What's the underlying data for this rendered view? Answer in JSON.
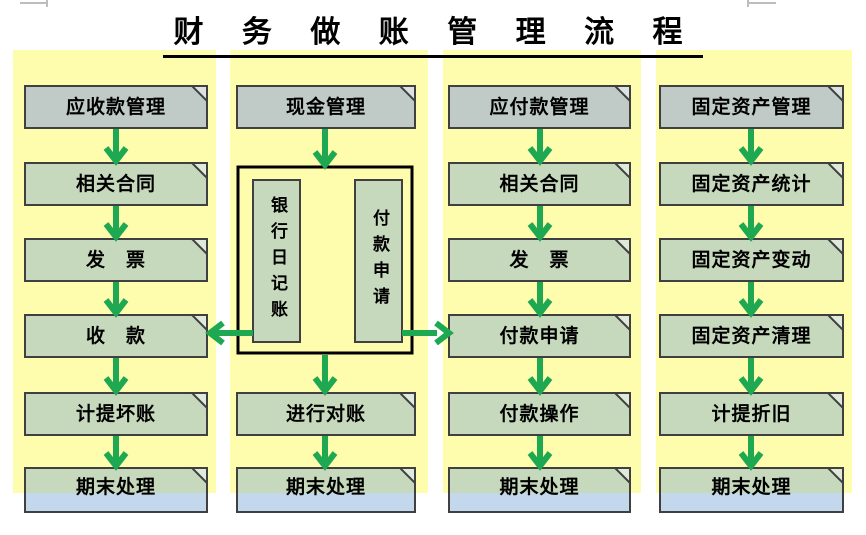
{
  "title": {
    "text": "财 务 做 账 管 理 流 程"
  },
  "colors": {
    "panel_yellow": "#FEFDAE",
    "box_gray": "#C0CBC8",
    "box_green": "#C6D9BC",
    "box_blue_strip": "#C3D8EC",
    "arrow_green": "#1EA852",
    "box_border": "#404040",
    "container_border": "#000000"
  },
  "columns": [
    {
      "id": "receivables",
      "steps": [
        "应收款管理",
        "相关合同",
        "发　票",
        "收　款",
        "计提坏账",
        "期末处理"
      ]
    },
    {
      "id": "cash",
      "steps": [
        "现金管理",
        "进行对账",
        "期末处理"
      ],
      "container_items": [
        "银行日记账",
        "付款申请"
      ]
    },
    {
      "id": "payables",
      "steps": [
        "应付款管理",
        "相关合同",
        "发　票",
        "付款申请",
        "付款操作",
        "期末处理"
      ]
    },
    {
      "id": "fixed-assets",
      "steps": [
        "固定资产管理",
        "固定资产统计",
        "固定资产变动",
        "固定资产清理",
        "计提折旧",
        "期末处理"
      ]
    }
  ]
}
